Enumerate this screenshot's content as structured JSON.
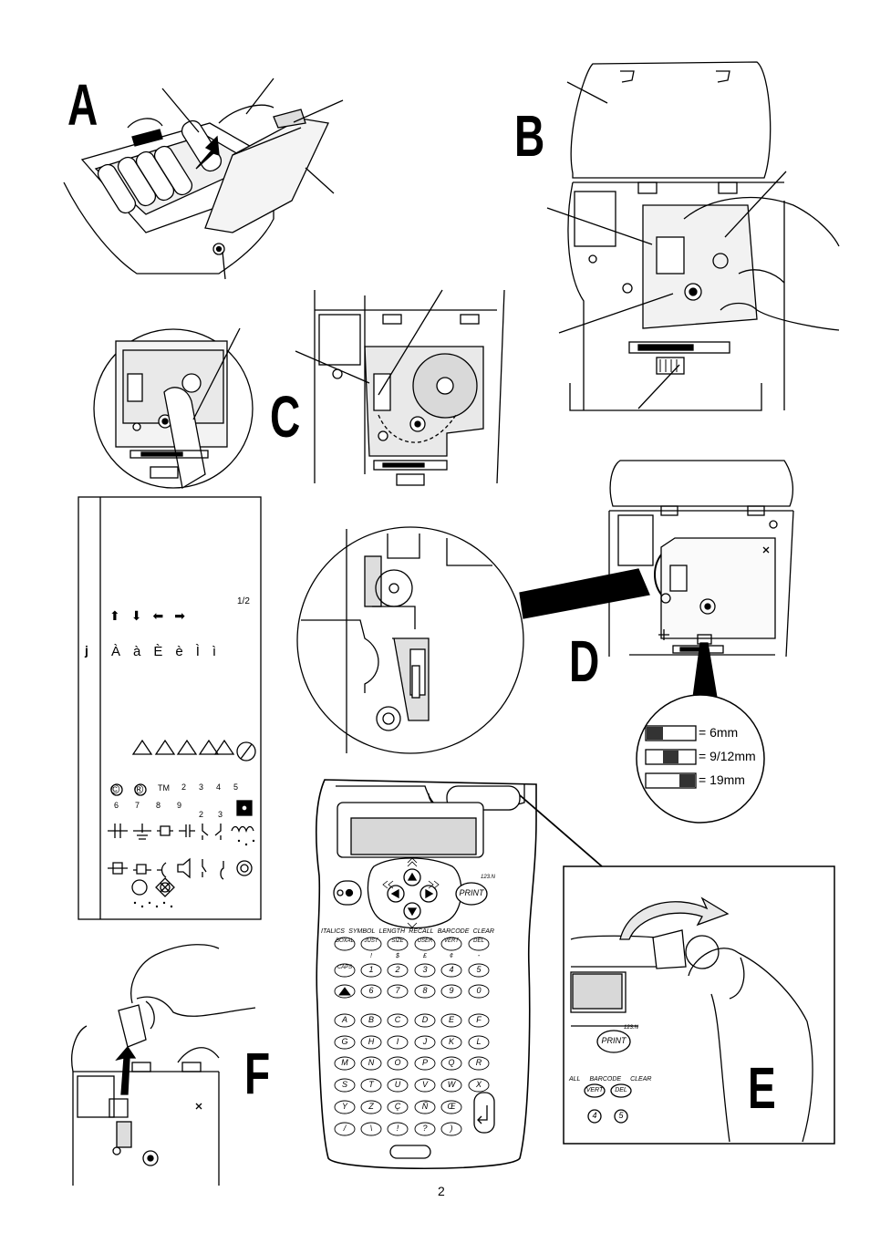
{
  "panels": {
    "a": "A",
    "b": "B",
    "c": "C",
    "d": "D",
    "e": "E",
    "f": "F"
  },
  "tape_widths": [
    {
      "label": "= 6mm"
    },
    {
      "label": "= 9/12mm"
    },
    {
      "label": "= 19mm"
    }
  ],
  "symbol_table": {
    "row_letter": "j",
    "fraction": "1/2",
    "arrows": [
      "⬆",
      "⬇",
      "⬅",
      "➡"
    ],
    "accents": [
      "À",
      "à",
      "È",
      "è",
      "Ì",
      "ì"
    ],
    "marks": [
      "©",
      "®",
      "TM"
    ],
    "numbers_top": [
      "2",
      "3",
      "4",
      "5"
    ],
    "numbers_bottom": [
      "6",
      "7",
      "8",
      "9"
    ],
    "numbers_small": [
      "2",
      "3"
    ]
  },
  "device": {
    "model": "123.N",
    "print_label": "PRINT",
    "function_labels": [
      "ITALICS",
      "SYMBOL",
      "LENGTH",
      "RECALL",
      "BARCODE",
      "CLEAR"
    ],
    "function_keys": [
      "BOXAL",
      "JUST",
      "SIZE",
      "USER",
      "VERT",
      "DEL"
    ],
    "special_keys": [
      "CAPS"
    ],
    "num_row_top": [
      "1",
      "2",
      "3",
      "4",
      "5"
    ],
    "num_row_bottom": [
      "6",
      "7",
      "8",
      "9",
      "0"
    ],
    "shift_row_top": [
      "!",
      "$",
      "£",
      "¢",
      "-"
    ],
    "letter_rows": [
      [
        "A",
        "B",
        "C",
        "D",
        "E",
        "F"
      ],
      [
        "G",
        "H",
        "I",
        "J",
        "K",
        "L"
      ],
      [
        "M",
        "N",
        "O",
        "P",
        "Q",
        "R"
      ],
      [
        "S",
        "T",
        "U",
        "V",
        "W",
        "X"
      ],
      [
        "Y",
        "Z",
        "Ç",
        "Ñ",
        "Œ"
      ]
    ],
    "bottom_row": [
      "/",
      "\\",
      "!",
      "?",
      ")"
    ]
  },
  "inset_e": {
    "model": "123.N",
    "print_label": "PRINT",
    "labels": [
      "ALL",
      "BARCODE",
      "CLEAR"
    ],
    "keys": [
      "VERT",
      "DEL"
    ],
    "num_keys": [
      "4",
      "5"
    ]
  },
  "page_number": "2"
}
